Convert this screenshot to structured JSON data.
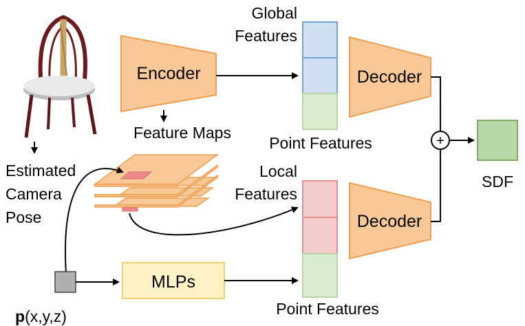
{
  "labels": {
    "global_features_line1": "Global",
    "global_features_line2": "Features",
    "encoder": "Encoder",
    "decoder_top": "Decoder",
    "decoder_bottom": "Decoder",
    "feature_maps": "Feature Maps",
    "point_features_top": "Point Features",
    "point_features_bottom": "Point Features",
    "estimated_line1": "Estimated",
    "estimated_line2": "Camera",
    "estimated_line3": "Pose",
    "local_features_line1": "Local",
    "local_features_line2": "Features",
    "mlps": "MLPs",
    "sdf": "SDF",
    "point_prefix": "p",
    "point_suffix": "(x,y,z)",
    "plus_symbol": "+"
  },
  "colors": {
    "encoder_fill": "#f8c896",
    "encoder_stroke": "#ee9e4e",
    "global_fill": "#cfe0f3",
    "global_stroke": "#6fa0d8",
    "point_fill": "#d8ecd0",
    "point_stroke": "#b8d6a8",
    "local_fill": "#f5cccc",
    "local_stroke": "#e08e8e",
    "mlp_fill": "#fff2c6",
    "mlp_stroke": "#f0d070",
    "sdf_fill": "#b7d7a8",
    "sdf_stroke": "#7fae68",
    "featmap_fill": "#f8c896",
    "featmap_highlight": "#ea8a8a",
    "query_point_fill": "#b0b0b0"
  },
  "icons": {
    "chair": "chair-image"
  }
}
